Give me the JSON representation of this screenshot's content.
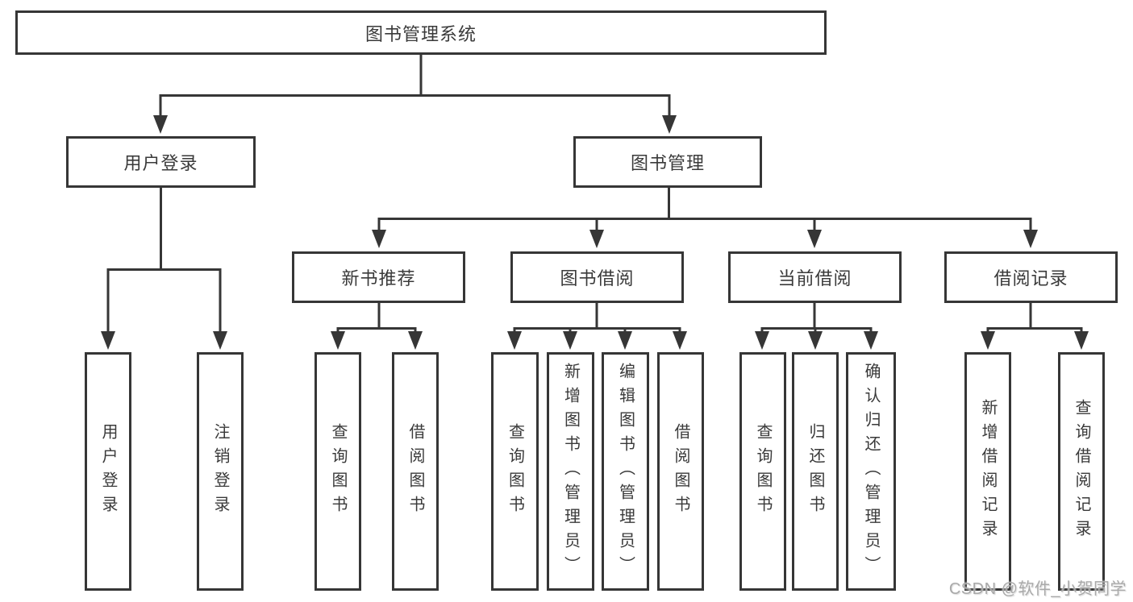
{
  "diagram": {
    "type": "hierarchy-chart",
    "line_color": "#363636",
    "box_background": "#ffffff",
    "text_color": "#3a3a3a",
    "root": {
      "label": "图书管理系统"
    },
    "branches": [
      {
        "label": "用户登录",
        "children": [
          {
            "label": "用户登录"
          },
          {
            "label": "注销登录"
          }
        ]
      },
      {
        "label": "图书管理",
        "children": [
          {
            "label": "新书推荐",
            "children": [
              {
                "label": "查询图书"
              },
              {
                "label": "借阅图书"
              }
            ]
          },
          {
            "label": "图书借阅",
            "children": [
              {
                "label": "查询图书"
              },
              {
                "label": "新增图书（管理员）"
              },
              {
                "label": "编辑图书（管理员）"
              },
              {
                "label": "借阅图书"
              }
            ]
          },
          {
            "label": "当前借阅",
            "children": [
              {
                "label": "查询图书"
              },
              {
                "label": "归还图书"
              },
              {
                "label": "确认归还（管理员）"
              }
            ]
          },
          {
            "label": "借阅记录",
            "children": [
              {
                "label": "新增借阅记录"
              },
              {
                "label": "查询借阅记录"
              }
            ]
          }
        ]
      }
    ]
  },
  "watermark": {
    "text": "CSDN @软件_小贺同学",
    "color": "#a9a9a9"
  }
}
